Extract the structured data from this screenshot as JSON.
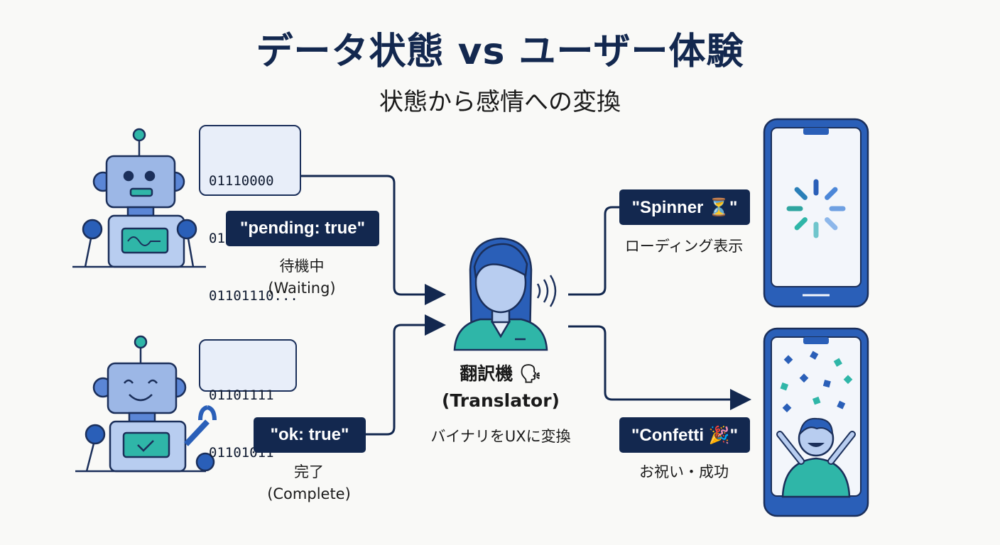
{
  "title": "データ状態 vs ユーザー体験",
  "subtitle": "状態から感情への変換",
  "robot_top": {
    "binary_lines": [
      "01110000",
      "01100101",
      "01101110..."
    ],
    "state_code": "\"pending: true\"",
    "caption_ja": "待機中",
    "caption_en": "(Waiting)"
  },
  "robot_bottom": {
    "binary_lines": [
      "01101111",
      "01101011"
    ],
    "state_code": "\"ok: true\"",
    "caption_ja": "完了",
    "caption_en": "(Complete)"
  },
  "translator": {
    "label_ja": "翻訳機 🗣",
    "label_en": "(Translator)",
    "description": "バイナリをUXに変換"
  },
  "output_top": {
    "ui_code": "\"Spinner ⏳\"",
    "caption": "ローディング表示"
  },
  "output_bottom": {
    "ui_code": "\"Confetti 🎉\"",
    "caption": "お祝い・成功"
  },
  "colors": {
    "navy": "#13284f",
    "robot_blue": "#9cb7e6",
    "accent_blue": "#2a5fb8",
    "teal": "#2fb6a8",
    "background": "#f9f9f7"
  }
}
